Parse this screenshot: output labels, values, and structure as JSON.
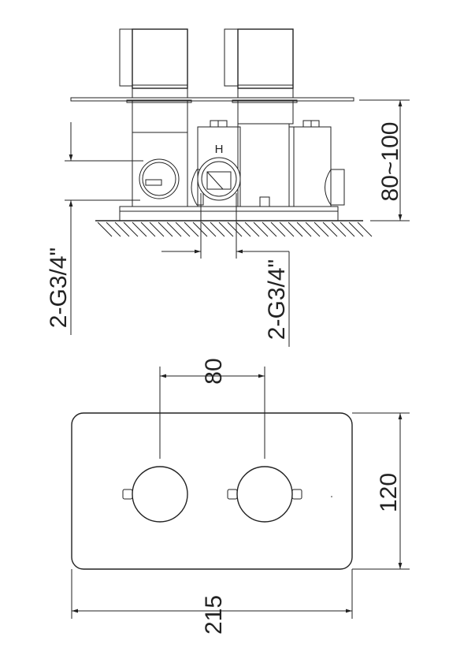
{
  "side_view": {
    "valve_mark": "H",
    "depth_dim": "80~100",
    "inlet_dim_left": "2-G3/4\"",
    "inlet_dim_bottom": "2-G3/4\""
  },
  "front_view": {
    "knob_spacing_dim": "80",
    "height_dim": "120",
    "width_dim": "215"
  }
}
